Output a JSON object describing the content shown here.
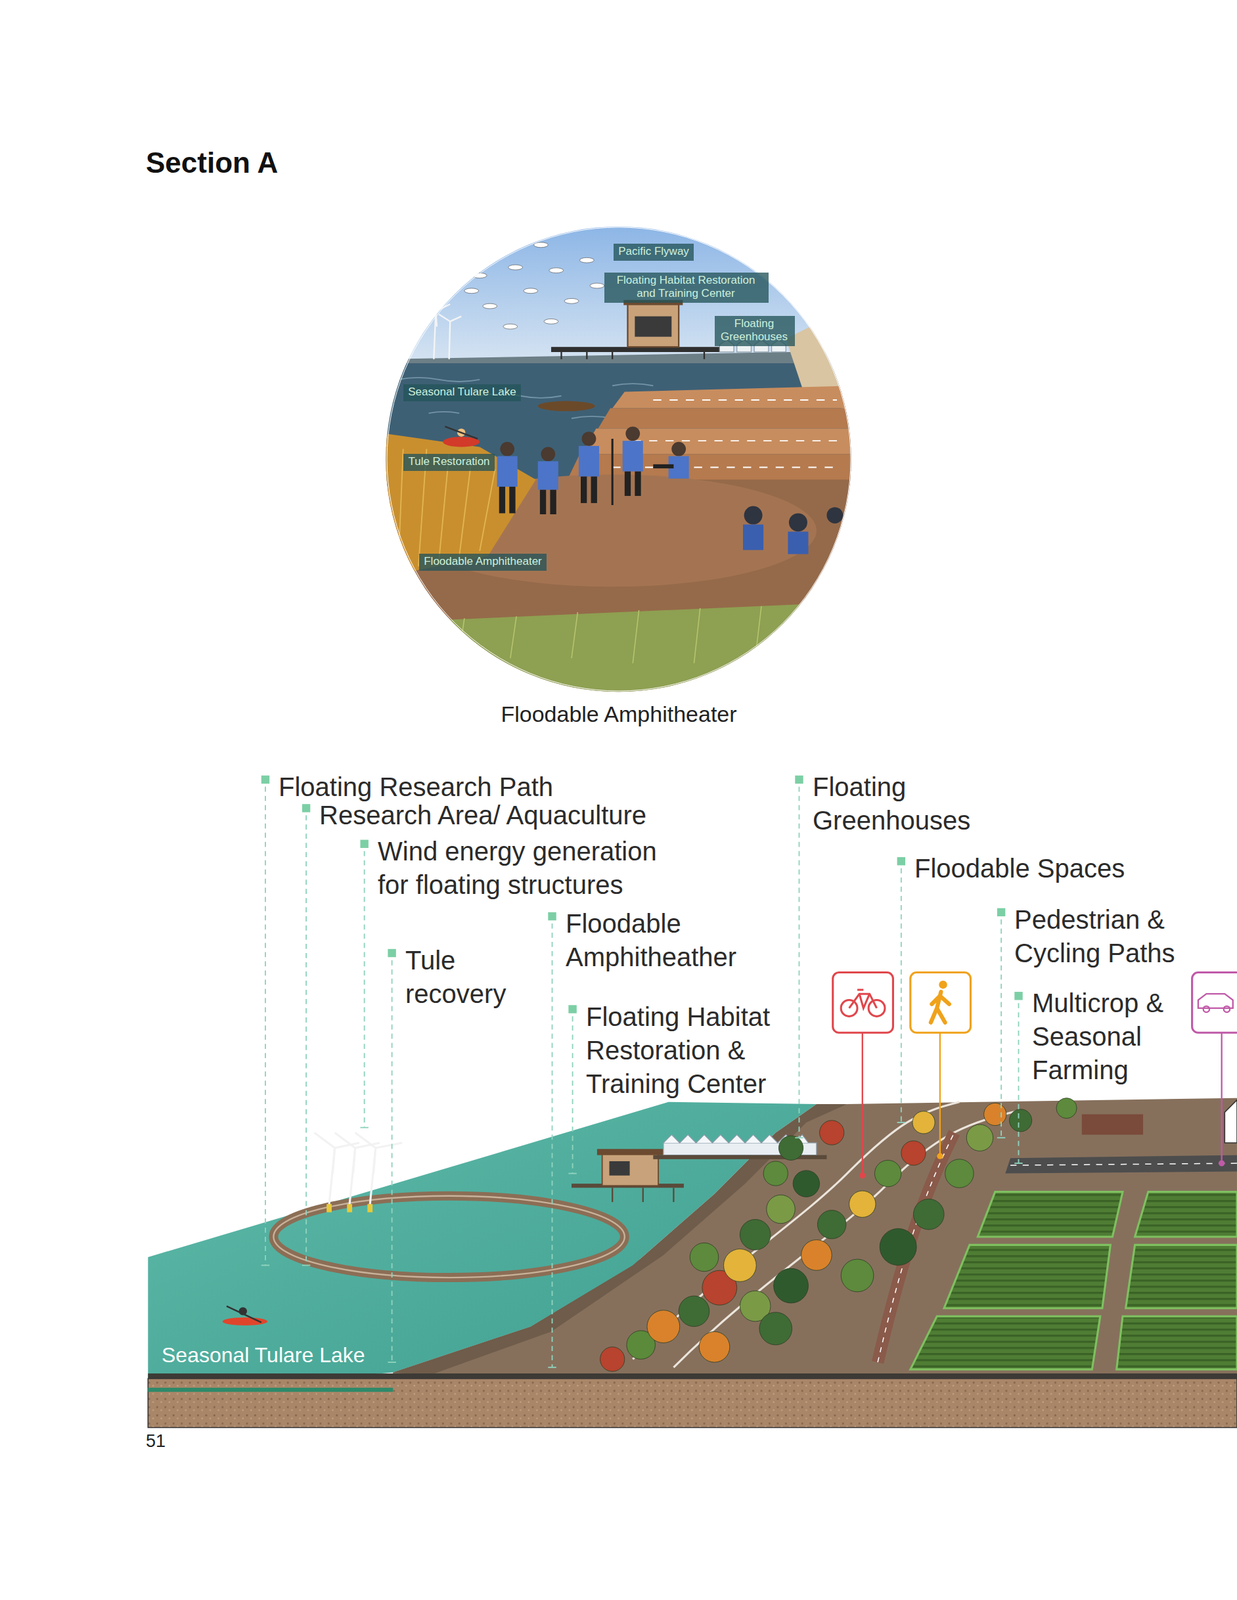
{
  "diagram": {
    "title": "Section A",
    "nodes": [
      {
        "text": [
          "Floodable Amphitheater"
        ]
      },
      {
        "text": [
          "Pacific Flyway"
        ],
        "in": 0
      },
      {
        "text": [
          "Floating Habitat Restoration and Training Center"
        ],
        "in": 0
      },
      {
        "text": [
          "Floating Greenhouses"
        ],
        "in": 0
      },
      {
        "text": [
          "Seasonal Tulare Lake"
        ],
        "in": 0
      },
      {
        "text": [
          "Tule Restoration"
        ],
        "in": 0
      },
      {
        "text": [
          "Floodable Amphitheater"
        ],
        "in": 0
      }
    ],
    "labels": [
      "Floating Research Path",
      "Research Area/ Aquaculture",
      "Wind energy generation for floating structures",
      "Tule recovery",
      "Floodable Amphitheather",
      "Floating Habitat Restoration & Training Center",
      "Floating Greenhouses",
      "Floodable Spaces",
      "Pedestrian & Cycling Paths",
      "Multicrop & Seasonal Farming",
      "Seasonal Tulare Lake",
      "51"
    ]
  }
}
